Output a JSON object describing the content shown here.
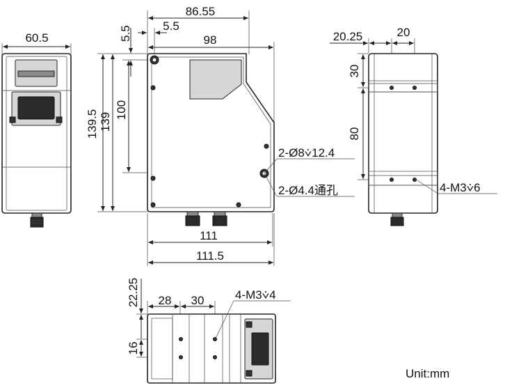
{
  "unit_label": "Unit:mm",
  "left_view": {
    "width_label": "60.5"
  },
  "front_view": {
    "top_dim_1": "86.55",
    "top_dim_2": "5.5",
    "top_dim_3": "98",
    "left_dim_small": "5.5",
    "left_dim_1": "139.5",
    "left_dim_2": "139",
    "left_dim_3": "100",
    "bottom_dim_1": "111",
    "bottom_dim_2": "111.5",
    "callout_1": "2-Ø8⩒12.4",
    "callout_2": "2-Ø4.4通孔"
  },
  "right_view": {
    "top_dim_1": "20.25",
    "top_dim_2": "20",
    "side_dim_1": "30",
    "side_dim_2": "80",
    "callout": "4-M3⩒6"
  },
  "bottom_view": {
    "side_dim_1": "22.25",
    "side_dim_2": "16",
    "top_dim_1": "28",
    "top_dim_2": "30",
    "callout": "4-M3⩒4"
  }
}
